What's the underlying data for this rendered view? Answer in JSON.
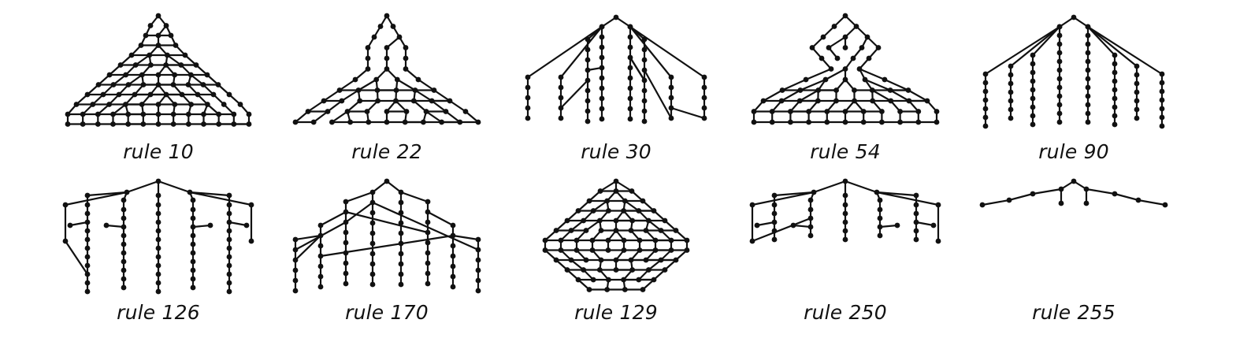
{
  "figure": {
    "panels": [
      {
        "label": "rule 10",
        "rule": 10,
        "shape": "dense-flare"
      },
      {
        "label": "rule 22",
        "rule": 22,
        "shape": "spire-braid"
      },
      {
        "label": "rule 30",
        "rule": 30,
        "shape": "branching-columns"
      },
      {
        "label": "rule 54",
        "rule": 54,
        "shape": "diamond-braid"
      },
      {
        "label": "rule 90",
        "rule": 90,
        "shape": "fan-columns"
      },
      {
        "label": "rule 126",
        "rule": 126,
        "shape": "sparse-branches"
      },
      {
        "label": "rule 170",
        "rule": 170,
        "shape": "crossed-lattice"
      },
      {
        "label": "rule 129",
        "rule": 129,
        "shape": "dense-bowtie"
      },
      {
        "label": "rule 250",
        "rule": 250,
        "shape": "sparse-branches-short"
      },
      {
        "label": "rule 255",
        "rule": 255,
        "shape": "flat-fan"
      }
    ]
  },
  "colors": {
    "ink": "#111111",
    "background": "#ffffff"
  }
}
